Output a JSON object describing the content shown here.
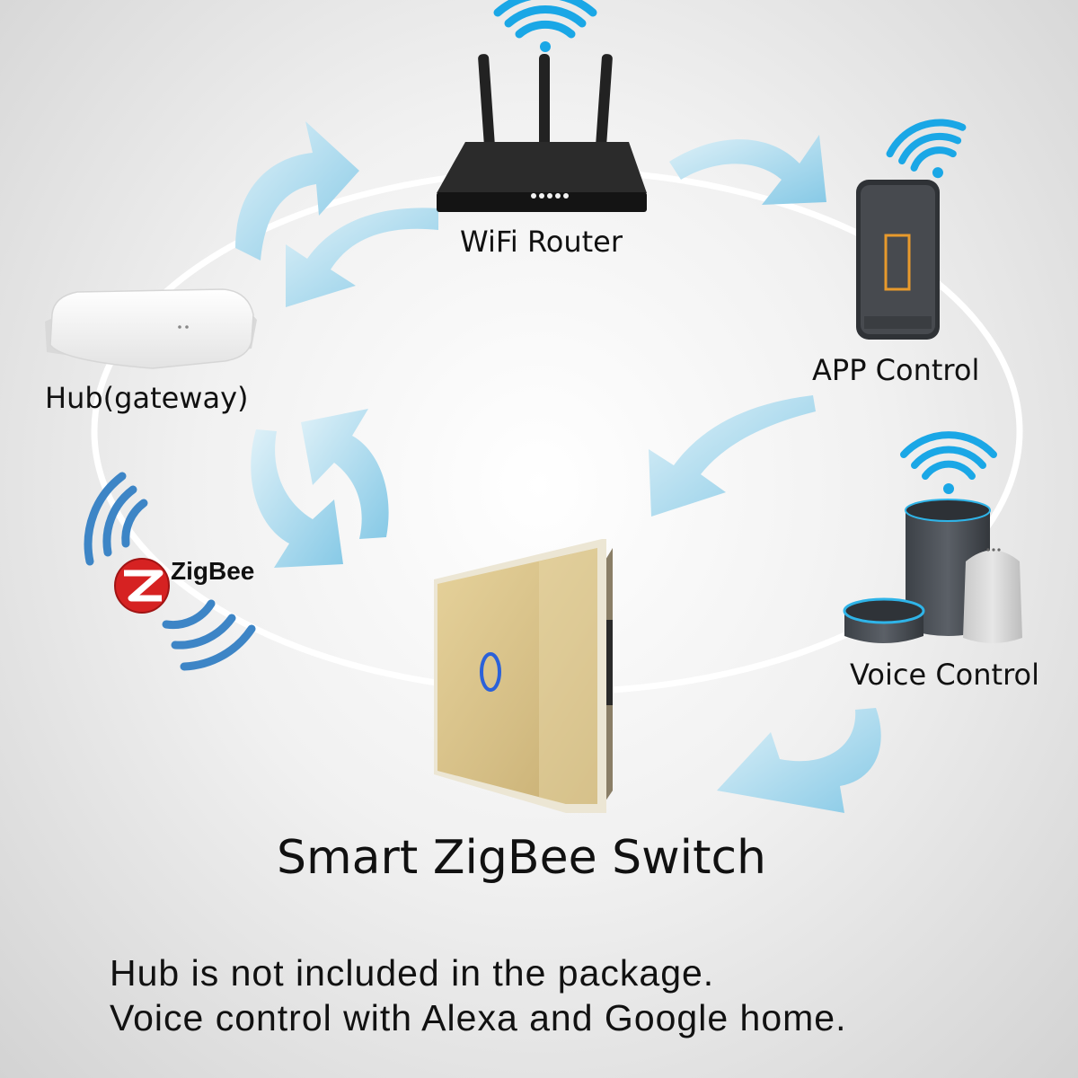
{
  "nodes": {
    "router": {
      "label": "WiFi Router",
      "icon": "wifi-router-icon"
    },
    "app": {
      "label": "APP Control",
      "icon": "smartphone-icon"
    },
    "hub": {
      "label": "Hub(gateway)",
      "icon": "hub-gateway-icon"
    },
    "voice": {
      "label": "Voice Control",
      "icon": "smart-speakers-icon"
    },
    "switch": {
      "icon": "touch-switch-icon"
    }
  },
  "zigbee": {
    "label": "ZigBee",
    "icon": "zigbee-logo"
  },
  "title": "Smart ZigBee Switch",
  "notes": [
    "Hub is not included in the package.",
    "Voice control with Alexa and Google home."
  ],
  "colors": {
    "arrow": "#8ecfe8",
    "wifi_signal": "#1aa7e6",
    "switch_gold": "#d8c28c",
    "router_body": "#1a1a1a",
    "zigbee_red": "#d62222"
  }
}
